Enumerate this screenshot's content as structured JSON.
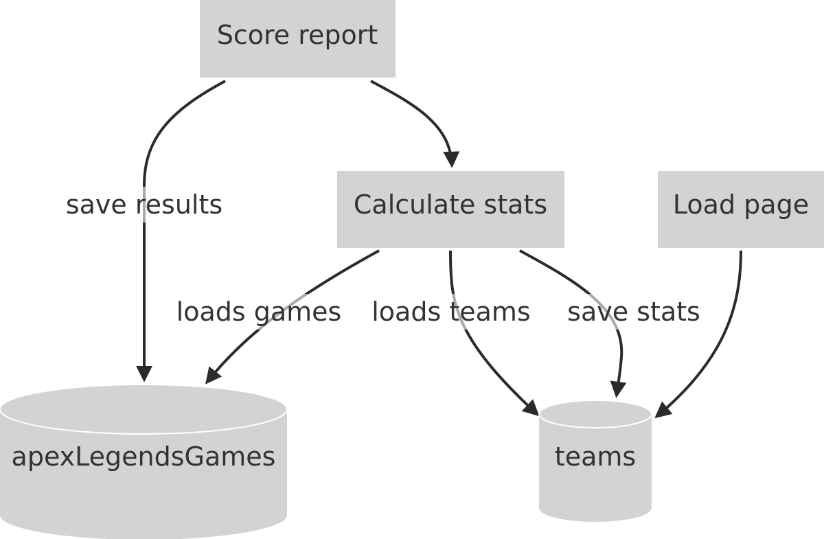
{
  "diagram": {
    "nodes": {
      "score_report": {
        "label": "Score report"
      },
      "calculate_stats": {
        "label": "Calculate stats"
      },
      "load_page": {
        "label": "Load page"
      },
      "apex_games": {
        "label": "apexLegendsGames"
      },
      "teams": {
        "label": "teams"
      }
    },
    "edges": {
      "save_results": {
        "label": "save results"
      },
      "loads_games": {
        "label": "loads games"
      },
      "loads_teams": {
        "label": "loads teams"
      },
      "save_stats": {
        "label": "save stats"
      },
      "load_page_teams": {
        "label": ""
      },
      "score_to_calc": {
        "label": ""
      }
    },
    "colors": {
      "node_fill": "#d3d3d3",
      "edge_stroke": "#2b2b2b",
      "text": "#333333"
    }
  }
}
